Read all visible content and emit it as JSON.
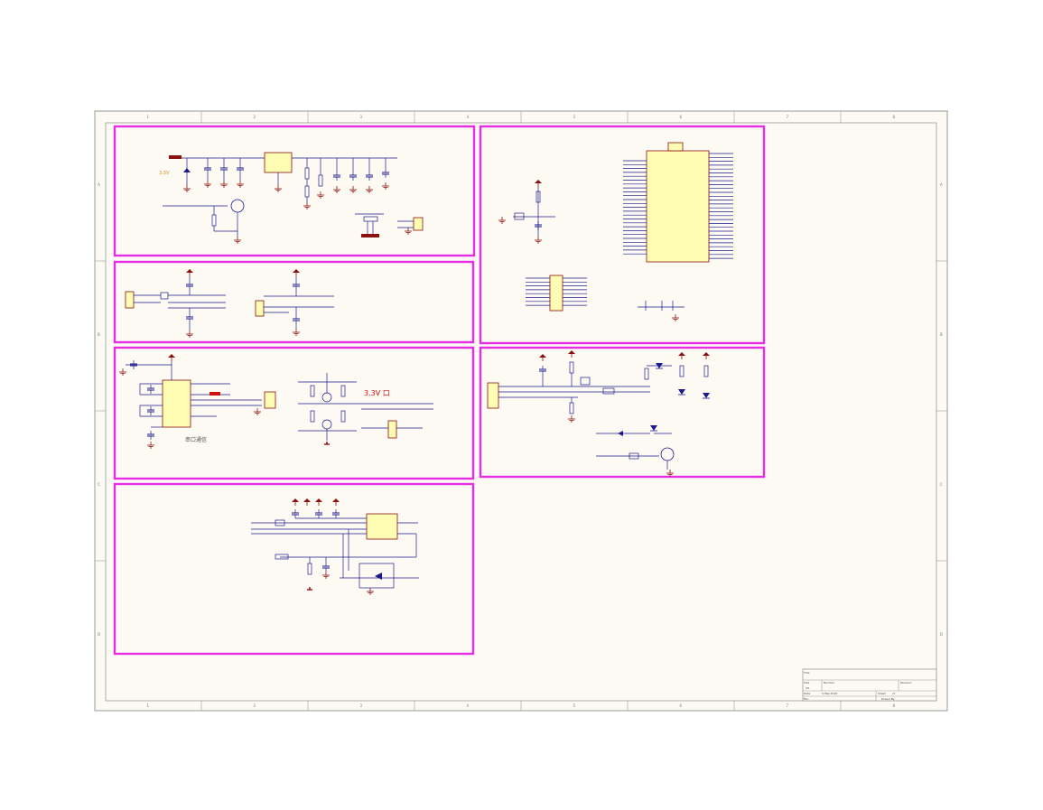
{
  "colors": {
    "sheet_bg": "#fdfaf3",
    "frame": "#9a9a9a",
    "block_border": "#e62ee6",
    "wire": "#1a1a8c",
    "part_body": "#fffcb4",
    "part_outline": "#8b1010",
    "power": "#8b1010",
    "label_blue": "#3a3ab0",
    "label_red": "#d01010",
    "label_orange": "#e08a10"
  },
  "grid": {
    "cols": [
      "1",
      "2",
      "3",
      "4",
      "5",
      "6",
      "7",
      "8"
    ],
    "rows": [
      "A",
      "B",
      "C",
      "D"
    ]
  },
  "annotations": {
    "power_33v": "3.3V",
    "power_33v_big": "3.3V 口",
    "serial_comm": "串口通信"
  },
  "title_block": {
    "title": "Title",
    "size": "Size",
    "size_val": "A4",
    "number": "Number",
    "revision": "Revision",
    "date": "Date",
    "date_val": "5-Mar-2018",
    "file": "File",
    "sheet": "Sheet",
    "of": "of",
    "drawn_by": "Drawn By:"
  }
}
